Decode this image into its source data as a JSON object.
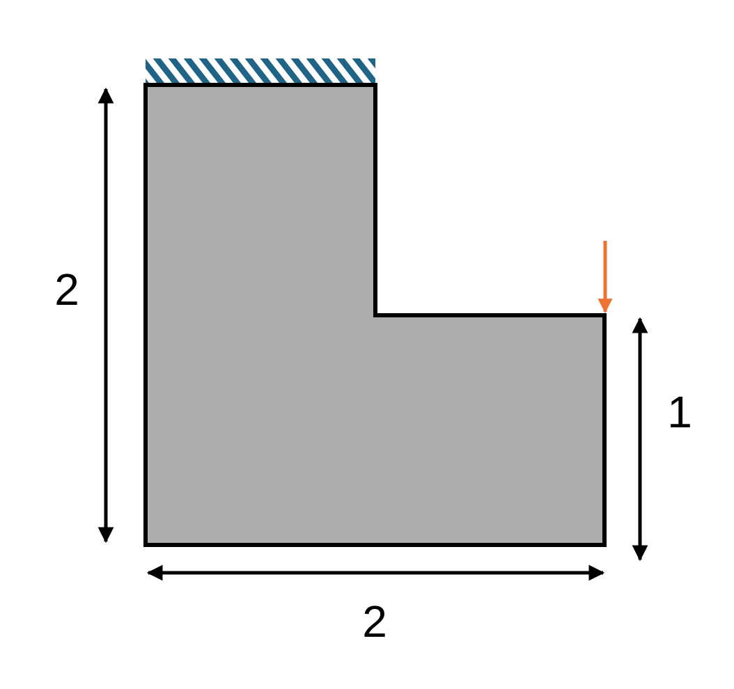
{
  "colors": {
    "background": "#ffffff",
    "body_fill": "#adadad",
    "outline": "#000000",
    "support_hatch": "#1f6487",
    "load_arrow": "#ee7233",
    "dimension": "#000000"
  },
  "dimensions": {
    "left_height_label": "2",
    "right_height_label": "1",
    "bottom_width_label": "2"
  },
  "icons": {
    "support": "fixed-support-hatch-icon",
    "load": "downward-load-arrow-icon"
  }
}
